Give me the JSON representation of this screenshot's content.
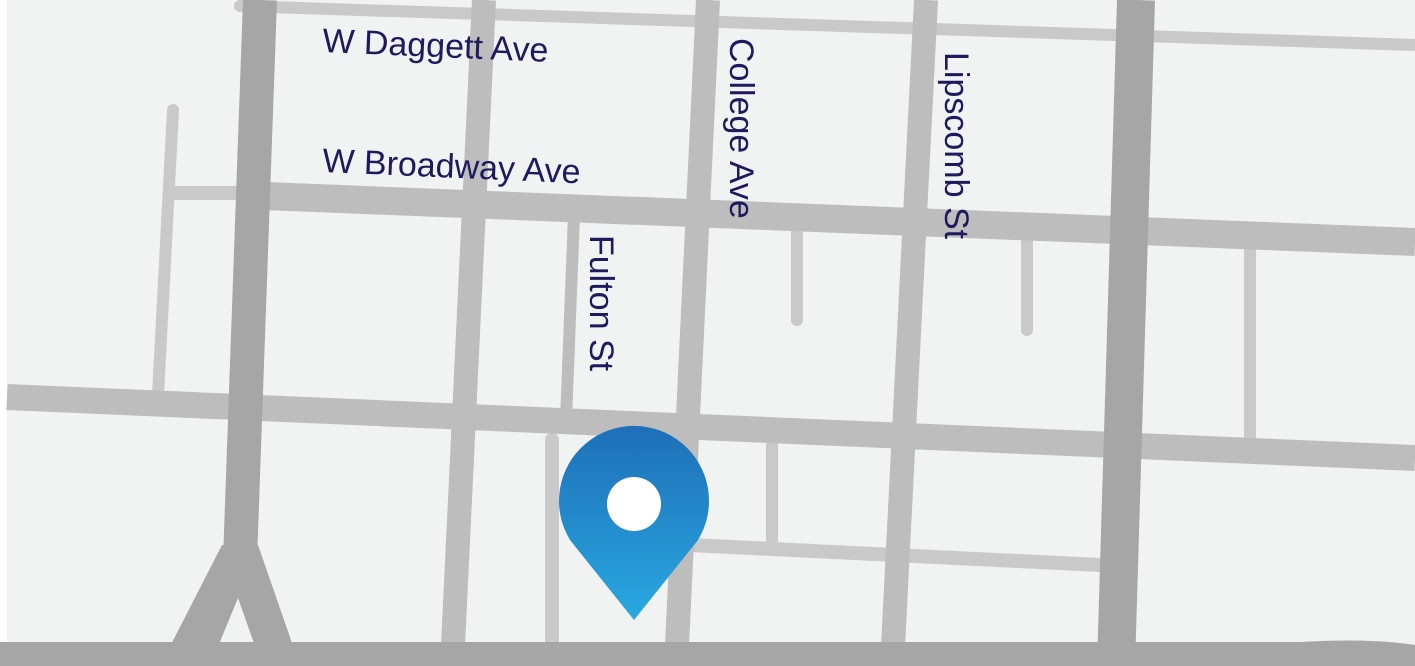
{
  "streets": {
    "w_daggett": "W Daggett Ave",
    "w_broadway": "W Broadway Ave",
    "college": "College Ave",
    "lipscomb": "Lipscomb St",
    "fulton": "Fulton St"
  },
  "colors": {
    "background": "#f1f2f2",
    "road_major": "#a6a6a6",
    "road_mid": "#bdbdbd",
    "road_minor": "#c9c9c9",
    "label_text": "#1f1a5e",
    "pin_top": "#1e6fb8",
    "pin_bottom": "#29a8e0",
    "pin_center": "#ffffff"
  },
  "pin": {
    "icon": "location-pin-icon"
  }
}
